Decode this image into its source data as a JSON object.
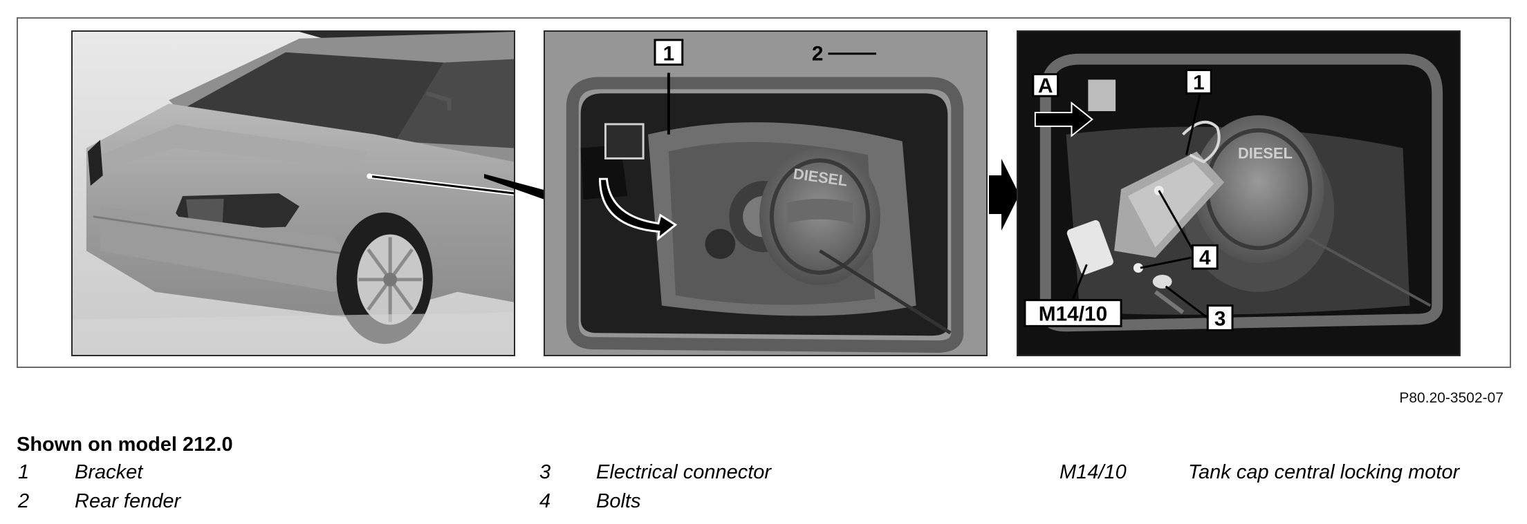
{
  "figure": {
    "id": "P80.20-3502-07",
    "callouts": {
      "flap_bracket": "1",
      "flap_fender": "2",
      "removed_a": "A",
      "removed_bracket": "1",
      "removed_bolts": "4",
      "removed_motor": "M14/10",
      "removed_connector": "3"
    },
    "cap_text": "DIESEL"
  },
  "caption": {
    "title": "Shown on model 212.0"
  },
  "legend": {
    "col1": [
      {
        "num": "1",
        "desc": "Bracket"
      },
      {
        "num": "2",
        "desc": "Rear fender"
      }
    ],
    "col2": [
      {
        "num": "3",
        "desc": "Electrical connector"
      },
      {
        "num": "4",
        "desc": "Bolts"
      }
    ],
    "col3": [
      {
        "num": "M14/10",
        "desc": "Tank cap central locking motor"
      }
    ]
  }
}
